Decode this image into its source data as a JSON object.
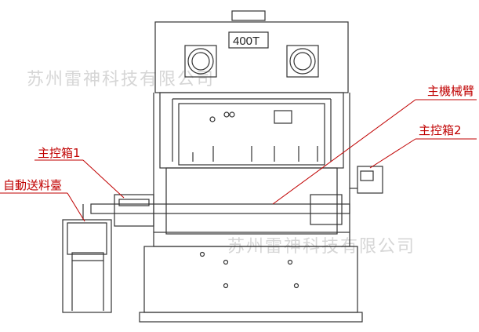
{
  "diagram": {
    "tonnage_label": "400T",
    "labels": {
      "main_arm": "主機械臂",
      "control_box_2": "主控箱2",
      "control_box_1": "主控箱1",
      "auto_feed_table": "自動送料臺"
    },
    "watermark": {
      "top": "苏州雷神科技有限公司",
      "bottom": "苏州雷神科技有限公司"
    },
    "colors": {
      "label_text": "#c00000",
      "leader_line": "#c00000",
      "machine_line": "#333333",
      "watermark": "#d6d6d6"
    }
  }
}
